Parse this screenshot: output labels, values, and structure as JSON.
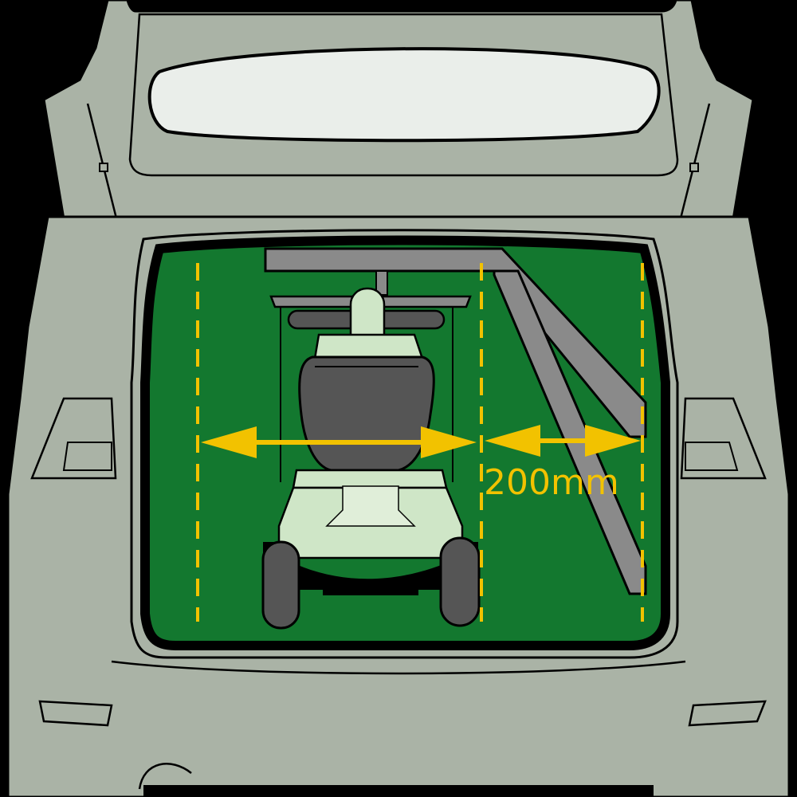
{
  "diagram": {
    "dimension_label": "200mm"
  },
  "colors": {
    "background": "#000000",
    "car_body": "#aab3a6",
    "window_glass": "#eaeeea",
    "boot_floor": "#13782f",
    "scooter_light": "#cfe6c7",
    "scooter_dark": "#555555",
    "hoist_frame": "#8a8a8a",
    "measurement": "#f2c200",
    "outline": "#000000"
  },
  "icons": {
    "arrow": "double-headed-arrow",
    "guide": "dashed-guide-line"
  }
}
